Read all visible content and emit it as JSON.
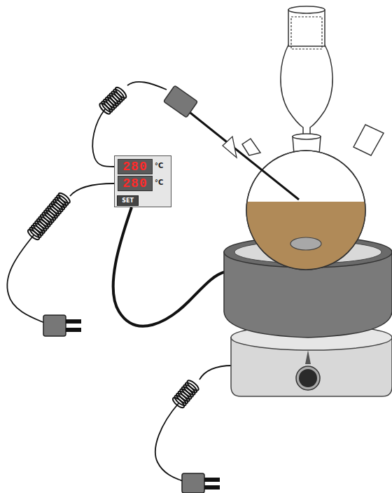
{
  "diagram": {
    "nodes": [
      {
        "text": [
          "°C",
          "°C"
        ]
      },
      {
        "text": [
          "280"
        ],
        "in": 0
      },
      {
        "text": [
          "280"
        ],
        "in": 0
      },
      {
        "text": [
          "SET"
        ],
        "in": 0
      }
    ]
  }
}
